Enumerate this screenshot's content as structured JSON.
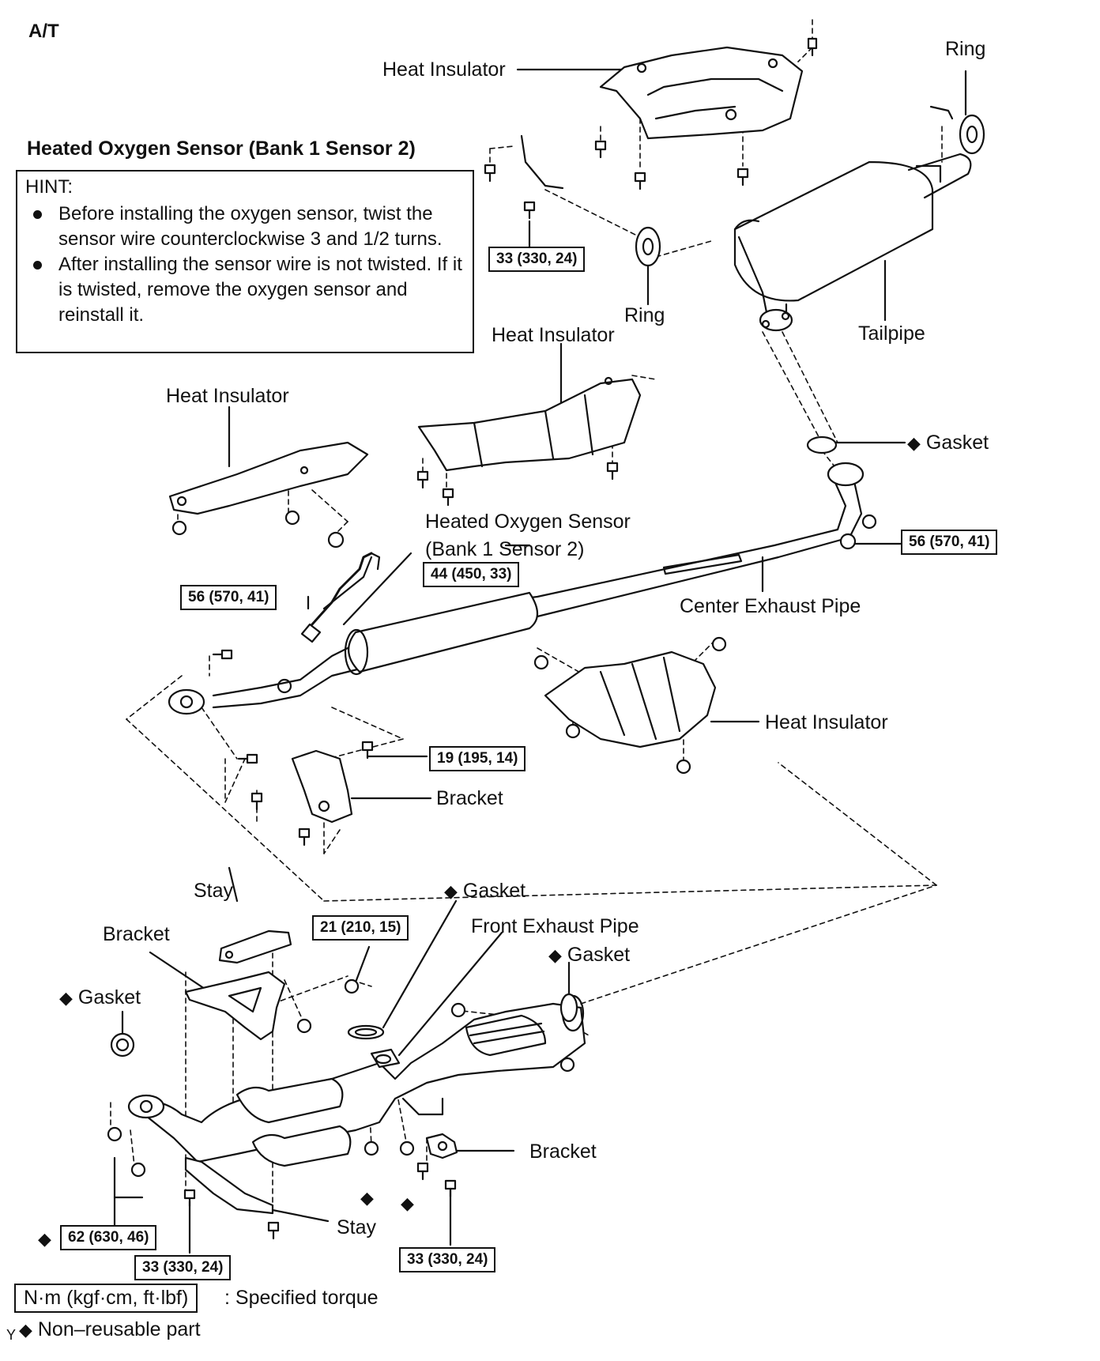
{
  "transmission": "A/T",
  "sensor_title": "Heated Oxygen Sensor (Bank 1 Sensor 2)",
  "hint": {
    "title": "HINT:",
    "items": [
      "Before installing the oxygen sensor, twist the sensor wire counterclockwise 3 and 1/2 turns.",
      "After installing the sensor wire is not twisted. If it is twisted, remove the oxygen sensor and reinstall it."
    ]
  },
  "labels": {
    "heat_insulator_top": "Heat Insulator",
    "ring_top": "Ring",
    "ring_mid": "Ring",
    "tailpipe": "Tailpipe",
    "heat_insulator_center": "Heat Insulator",
    "heat_insulator_left": "Heat Insulator",
    "gasket_tail": "Gasket",
    "sensor_line1": "Heated Oxygen Sensor",
    "sensor_line2": "(Bank 1 Sensor 2)",
    "center_exhaust_pipe": "Center Exhaust Pipe",
    "heat_insulator_right": "Heat Insulator",
    "bracket_mid": "Bracket",
    "stay_top": "Stay",
    "gasket_front_top": "Gasket",
    "bracket_front": "Bracket",
    "front_exhaust_pipe": "Front Exhaust Pipe",
    "gasket_front_right": "Gasket",
    "gasket_front_left": "Gasket",
    "bracket_bottom": "Bracket",
    "stay_bottom": "Stay"
  },
  "torques": {
    "t1": "33 (330, 24)",
    "t2": "56 (570, 41)",
    "t3": "44 (450, 33)",
    "t4": "56 (570, 41)",
    "t5": "19 (195, 14)",
    "t6": "21 (210, 15)",
    "t7": "62 (630, 46)",
    "t8": "33 (330, 24)",
    "t9": "33 (330, 24)"
  },
  "legend": {
    "torque_unit": "N·m (kgf·cm, ft·lbf)",
    "torque_desc": ": Specified torque",
    "nonreusable": "Non–reusable part",
    "corner_mark": "Y"
  }
}
